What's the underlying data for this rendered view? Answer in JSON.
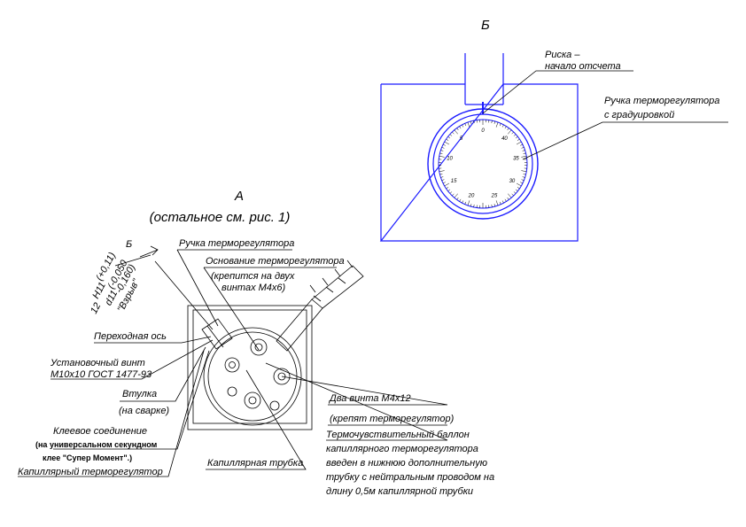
{
  "view_b": {
    "title": "Б",
    "label_riska_1": "Риска –",
    "label_riska_2": "начало отсчета",
    "label_knob_1": "Ручка терморегулятора",
    "label_knob_2": "с градуировкой",
    "dial_ticks": [
      "0",
      "5",
      "10",
      "15",
      "20",
      "25",
      "30",
      "35",
      "40"
    ]
  },
  "view_a": {
    "title": "А",
    "subtitle": "(остальное см. рис. 1)",
    "section_mark": "Б",
    "dim_size": "12",
    "dim_h11": "H11",
    "dim_h11_tol": "(+0,11)",
    "dim_d11": "d11",
    "dim_d11_tol1": "(-0,050",
    "dim_d11_tol2": "-0,160)",
    "dim_fit": "\"Взрыв\"",
    "labels": {
      "knob": "Ручка терморегулятора",
      "base": "Основание терморегулятора",
      "base_note_1": "(крепится на двух",
      "base_note_2": "винтах М4х6)",
      "axis": "Переходная ось",
      "screw_1": "Установочный винт",
      "screw_2": "М10х10 ГОСТ 1477-93",
      "sleeve": "Втулка",
      "sleeve_note": "(на сварке)",
      "glue": "Клеевое соединение",
      "glue_note_1": "(на универсальном секундном",
      "glue_note_2": "клее \"Супер Момент\".)",
      "cap_reg": "Капиллярный терморегулятор",
      "tube": "Капиллярная трубка",
      "two_screws": "Два винта М4х12",
      "two_screws_note": "(крепят терморегулятор)",
      "bulb_1": "Термочувствительный баллон",
      "bulb_2": "капиллярного терморегулятора",
      "bulb_3": "введен в нижнюю дополнительную",
      "bulb_4": "трубку с нейтральным проводом на",
      "bulb_5": "длину 0,5м капиллярной трубки"
    }
  }
}
